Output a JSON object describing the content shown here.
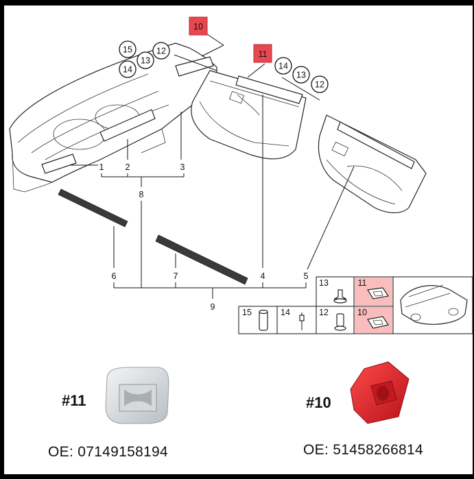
{
  "callouts": {
    "top_dash": {
      "red": "10",
      "circles": [
        "15",
        "12",
        "14",
        "13"
      ]
    },
    "top_door": {
      "red": "11",
      "circles": [
        "14",
        "13",
        "12"
      ]
    }
  },
  "part_numbers": [
    "1",
    "2",
    "3",
    "8",
    "4",
    "5",
    "6",
    "7",
    "9"
  ],
  "legend": {
    "row1": [
      "13",
      "11"
    ],
    "row2": [
      "15",
      "14",
      "12",
      "10"
    ]
  },
  "products": [
    {
      "tag": "#11",
      "oe": "OE: 07149158194",
      "color": "#d9dde0"
    },
    {
      "tag": "#10",
      "oe": "OE: 51458266814",
      "color": "#e3262b"
    }
  ],
  "colors": {
    "highlight": "#e8474f",
    "frame": "#000000"
  }
}
